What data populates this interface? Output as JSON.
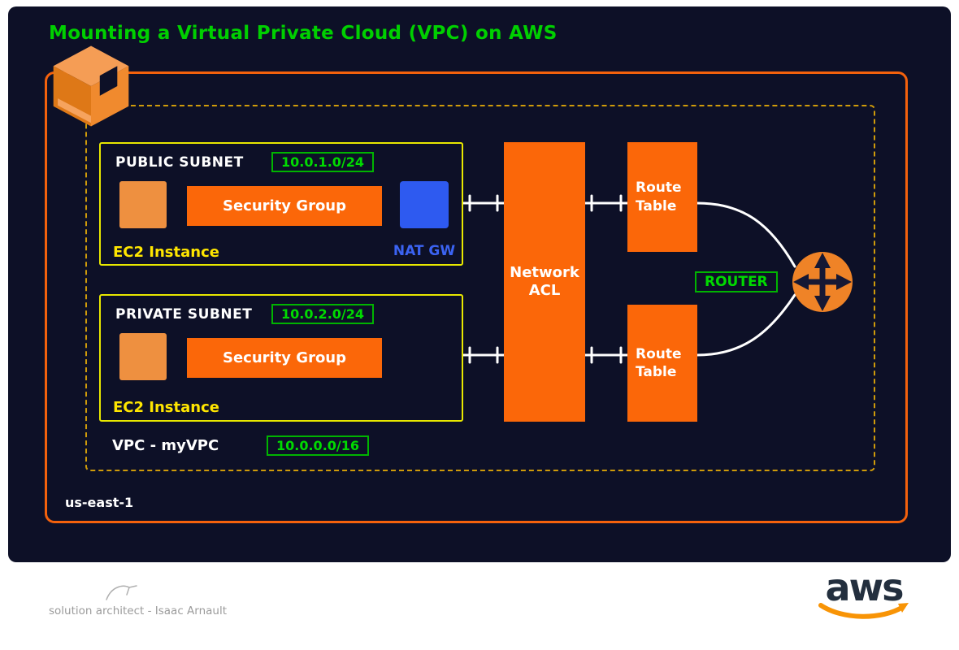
{
  "title": "Mounting a Virtual Private Cloud (VPC) on AWS",
  "region": {
    "name": "us-east-1"
  },
  "vpc": {
    "label": "VPC - myVPC",
    "cidr": "10.0.0.0/16"
  },
  "subnets": {
    "public": {
      "label": "PUBLIC SUBNET",
      "cidr": "10.0.1.0/24",
      "security_group_label": "Security Group",
      "instance_label": "EC2 Instance",
      "nat_label": "NAT GW"
    },
    "private": {
      "label": "PRIVATE SUBNET",
      "cidr": "10.0.2.0/24",
      "security_group_label": "Security Group",
      "instance_label": "EC2 Instance"
    }
  },
  "network_acl_label": "Network ACL",
  "route_tables": {
    "top_label": "Route Table",
    "bottom_label": "Route Table"
  },
  "router_label": "ROUTER",
  "footer": {
    "credit": "solution architect - Isaac Arnault",
    "brand": "aws"
  },
  "colors": {
    "canvas_background": "#0d1027",
    "orange": "#fb6709",
    "orange_light": "#ee9040",
    "region_border": "#f4610c",
    "vpc_dashed_border": "#cf9b0a",
    "green": "#00d000",
    "subnet_border_yellow": "#e8e800",
    "yellow_text": "#ffe600",
    "nat_blue": "#2e5af0",
    "white": "#ffffff",
    "footer_gray": "#9b9b9b",
    "aws_logo_navy": "#232f3e",
    "aws_smile_orange": "#f89406"
  }
}
